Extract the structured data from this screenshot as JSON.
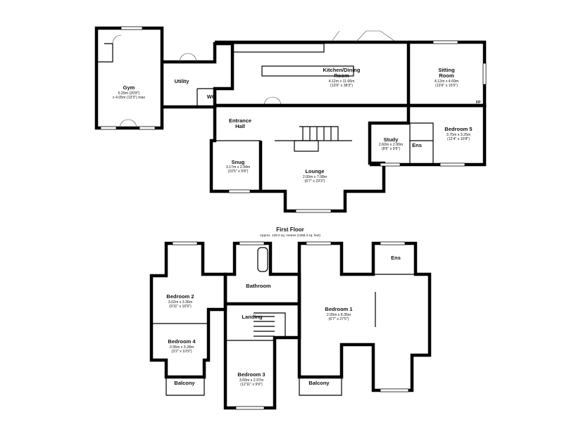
{
  "ground_floor": {
    "rooms": {
      "gym": {
        "name": "Gym",
        "dim1": "6.29m (20'8\")",
        "dim2": "x 4.05m (13'3\") max"
      },
      "utility": {
        "name": "Utility"
      },
      "wc": {
        "name": "WC"
      },
      "kitchen": {
        "name1": "Kitchen/Dining",
        "name2": "Room",
        "dim1": "4.12m x 11.66m",
        "dim2": "(13'6\" x 38'3\")"
      },
      "sitting": {
        "name1": "Sitting",
        "name2": "Room",
        "dim1": "4.12m x 4.69m",
        "dim2": "(13'6\" x 15'5\")"
      },
      "fp": {
        "name": "FP"
      },
      "entrance": {
        "name1": "Entrance",
        "name2": "Hall"
      },
      "study": {
        "name": "Study",
        "dim1": "2.60m x 2.90m",
        "dim2": "(8'6\" x 9'6\")"
      },
      "ens": {
        "name": "Ens"
      },
      "bedroom5": {
        "name": "Bedroom 5",
        "dim1": "3.75m x 3.25m",
        "dim2": "(12'4\" x 10'8\")"
      },
      "snug": {
        "name": "Snug",
        "dim1": "3.17m x 2.94m",
        "dim2": "(10'5\" x 9'8\")"
      },
      "lounge": {
        "name": "Lounge",
        "dim1": "2.00m x 7.08m",
        "dim2": "(6'7\" x 23'3\")"
      }
    }
  },
  "first_floor": {
    "title": "First Floor",
    "subtitle": "Approx. 129.0 sq. metres (1388.3 sq. feet)",
    "rooms": {
      "bedroom2": {
        "name": "Bedroom 2",
        "dim1": "3.02m x 3.36m",
        "dim2": "(9'11\" x 10'9\")"
      },
      "bathroom": {
        "name": "Bathroom"
      },
      "ens": {
        "name": "Ens"
      },
      "bedroom1": {
        "name": "Bedroom 1",
        "dim1": "2.00m x 8.35m",
        "dim2": "(6'7\" x 27'5\")"
      },
      "landing": {
        "name": "Landing"
      },
      "bedroom4": {
        "name": "Bedroom 4",
        "dim1": "0.96m x 3.28m",
        "dim2": "(3'2\" x 10'9\")"
      },
      "bedroom3": {
        "name": "Bedroom 3",
        "dim1": "3.69m x 2.97m",
        "dim2": "(12'11\" x 9'9\")"
      },
      "balcony_left": {
        "name": "Balcony"
      },
      "balcony_right": {
        "name": "Balcony"
      }
    }
  }
}
